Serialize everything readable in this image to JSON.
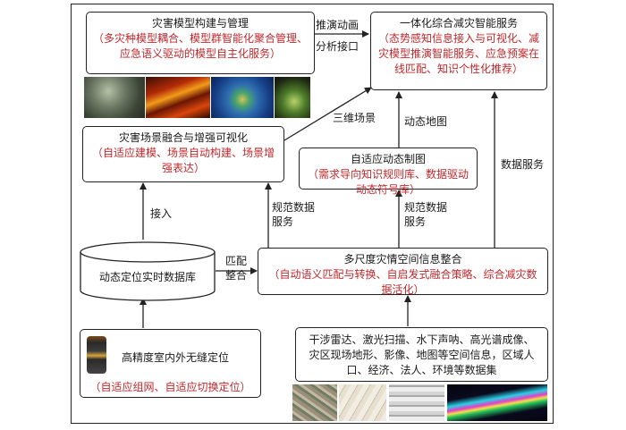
{
  "boxes": {
    "disaster_model": {
      "title": "灾害模型构建与管理",
      "detail": "（多灾种模型耦合、模型群智能化聚合管理、应急语义驱动的模型自主化服务）"
    },
    "integrated_service": {
      "title": "一体化综合减灾智能服务",
      "detail": "（态势感知信息接入与可视化、减灾模型推演智能服务、应急预案在线匹配、知识个性化推荐）"
    },
    "scene_fusion": {
      "title": "灾害场景融合与增强可视化",
      "detail": "（自适应建模、场景自动构建、场景增强表达）"
    },
    "adaptive_mapping": {
      "title": "自适应动态制图",
      "detail": "（需求导向知识规则库、数据驱动动态符号库）"
    },
    "realtime_db": {
      "title": "动态定位实时数据库"
    },
    "multiscale": {
      "title": "多尺度灾情空间信息整合",
      "detail": "（自动语义匹配与转换、自启发式融合策略、综合减灾数据活化）"
    },
    "positioning": {
      "title": "高精度室内外无缝定位",
      "detail": "（自适应组网、自适应切换定位）"
    },
    "data_sources": {
      "title": "干涉雷达、激光扫描、水下声呐、高光谱成像、灾区现场地形、影像、地图等空间信息，区域人口、经济、法人、环境等数据集"
    }
  },
  "edge_labels": {
    "deduction": "推演动画",
    "analysis": "分析接口",
    "three_d": "三维场景",
    "dynamic_map": "动态地图",
    "data_service": "数据服务",
    "access": "接入",
    "norm_service_a": "规范数据服务",
    "norm_service_b": "规范数据服务",
    "match": "匹配整合"
  }
}
